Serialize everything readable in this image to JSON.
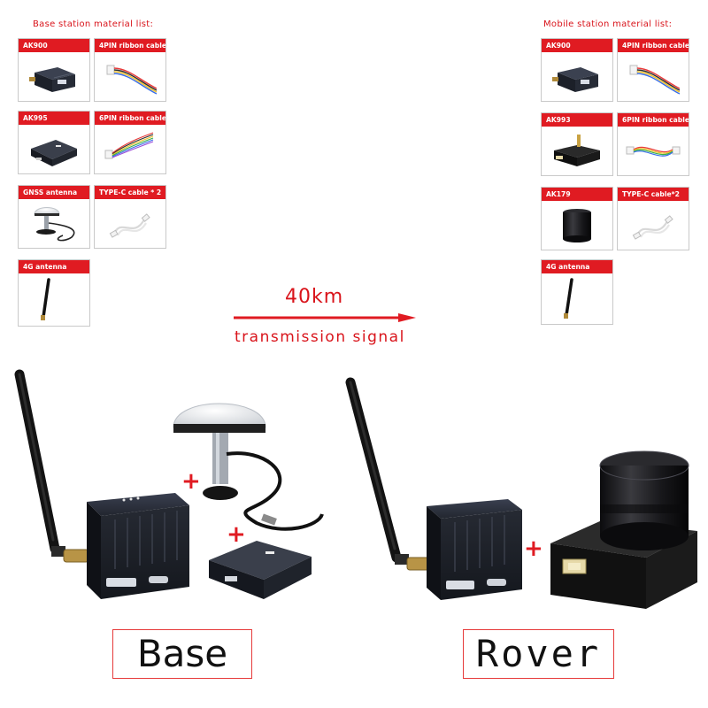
{
  "base_list": {
    "title": "Base station material list:",
    "items": [
      {
        "label": "AK900"
      },
      {
        "label": "4PIN ribbon cable"
      },
      {
        "label": "AK995"
      },
      {
        "label": "6PIN ribbon cable"
      },
      {
        "label": "GNSS antenna"
      },
      {
        "label": "TYPE-C cable * 2"
      },
      {
        "label": "4G antenna"
      }
    ]
  },
  "mobile_list": {
    "title": "Mobile station material list:",
    "items": [
      {
        "label": "AK900"
      },
      {
        "label": "4PIN ribbon cable"
      },
      {
        "label": "AK993"
      },
      {
        "label": "6PIN ribbon cable"
      },
      {
        "label": "AK179"
      },
      {
        "label": "TYPE-C cable*2"
      },
      {
        "label": "4G antenna"
      }
    ]
  },
  "transmission": {
    "distance": "40km",
    "caption": "transmission signal"
  },
  "labels": {
    "base": "Base",
    "rover": "Rover",
    "plus": "+"
  },
  "colors": {
    "accent_red": "#e01b22",
    "device_dark": "#1d2230"
  }
}
